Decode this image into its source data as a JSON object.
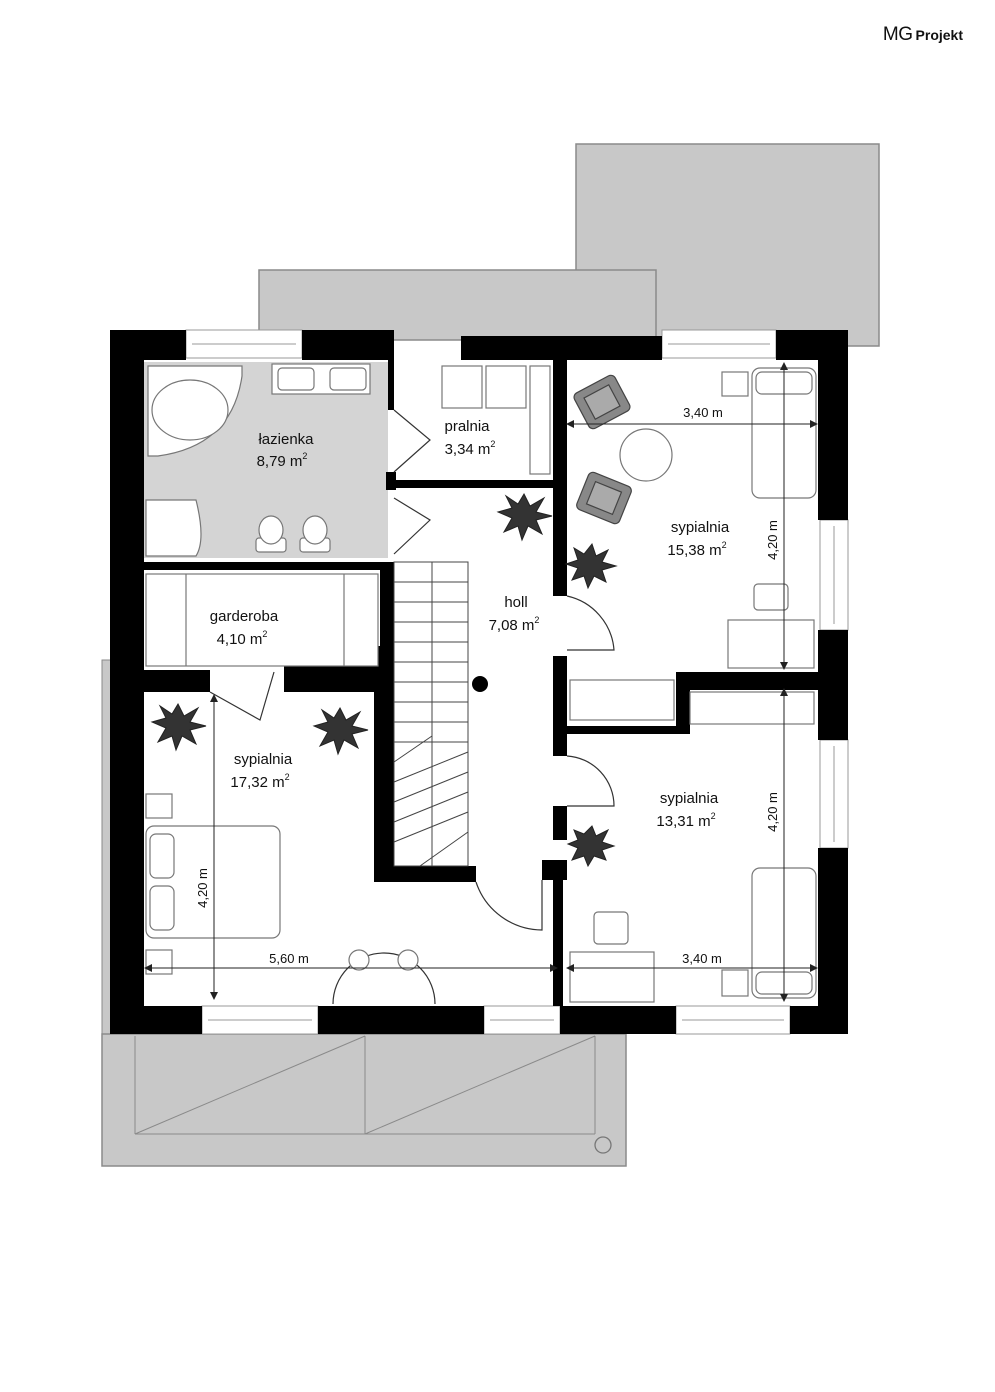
{
  "brand": {
    "mark": "MG",
    "name": "Projekt"
  },
  "rooms": [
    {
      "id": "lazienka",
      "name": "łazienka",
      "area": "8,79 m"
    },
    {
      "id": "pralnia",
      "name": "pralnia",
      "area": "3,34 m"
    },
    {
      "id": "holl",
      "name": "holl",
      "area": "7,08 m"
    },
    {
      "id": "garderoba",
      "name": "garderoba",
      "area": "4,10 m"
    },
    {
      "id": "sypialnia-1",
      "name": "sypialnia",
      "area": "17,32 m"
    },
    {
      "id": "sypialnia-2",
      "name": "sypialnia",
      "area": "15,38 m"
    },
    {
      "id": "sypialnia-3",
      "name": "sypialnia",
      "area": "13,31 m"
    }
  ],
  "area_unit_exponent": "2",
  "dimensions": {
    "upper_right_width": "3,40 m",
    "upper_right_depth": "4,20 m",
    "lower_right_depth": "4,20 m",
    "lower_right_width": "3,40 m",
    "left_depth": "4,20 m",
    "left_width": "5,60 m"
  },
  "colors": {
    "wall": "#000000",
    "roof": "#c8c8c8",
    "roof_outline": "#8a8a8a",
    "bathroom_floor": "#d4d4d4",
    "furniture_stroke": "#777777"
  }
}
